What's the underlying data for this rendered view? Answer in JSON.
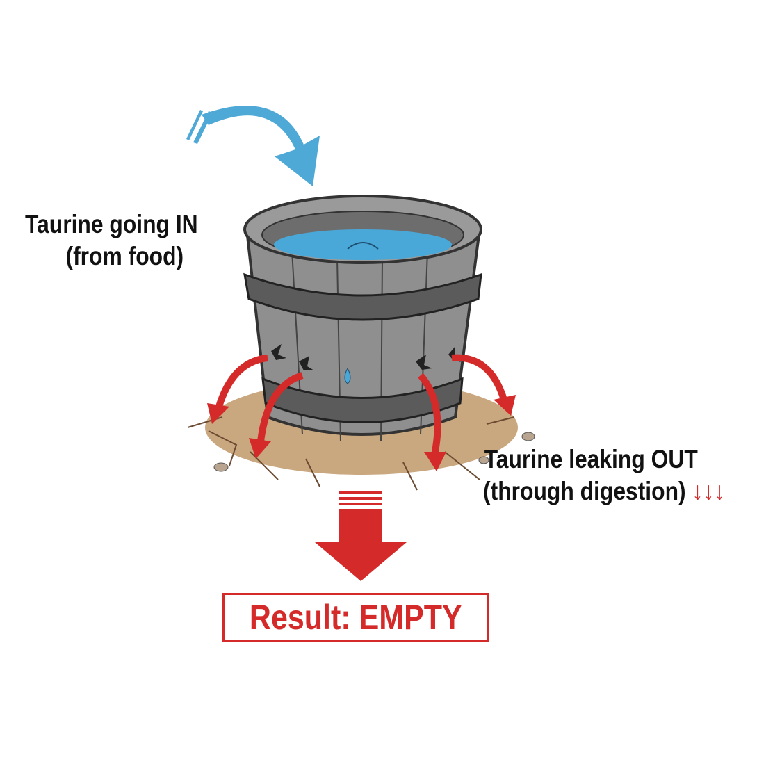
{
  "labels": {
    "in_line1": "Taurine going IN",
    "in_line2": "(from food)",
    "out_line1": "Taurine leaking OUT",
    "out_line2": "(through digestion)",
    "out_arrows": "↓↓↓",
    "result": "Result: EMPTY"
  },
  "colors": {
    "inflow_arrow": "#4fa9d6",
    "leak_arrow": "#d42a2a",
    "water": "#4aa8d8",
    "bucket": "#8e8e8e",
    "ground": "#c9a77f"
  }
}
